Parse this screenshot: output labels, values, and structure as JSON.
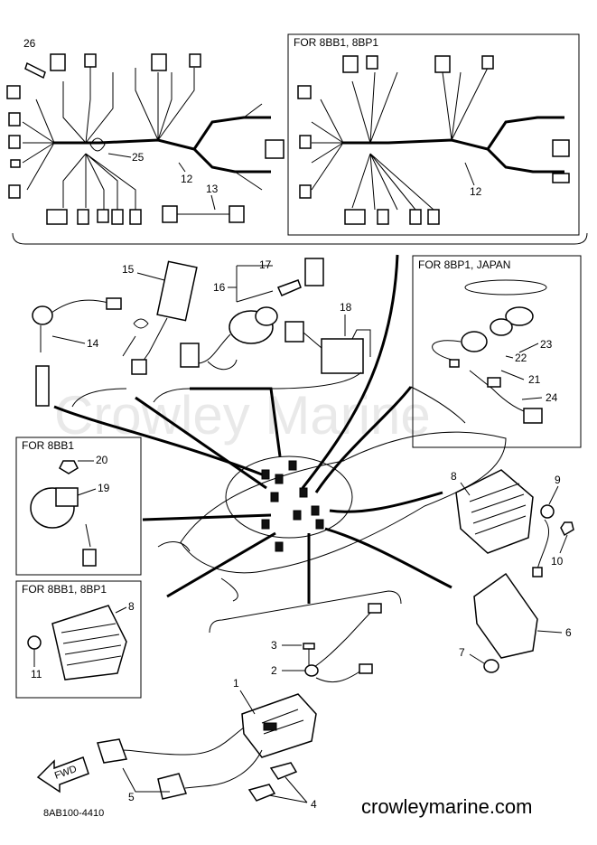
{
  "headers": {
    "harness_variant": "FOR 8BB1, 8BP1",
    "switch_japan": "FOR 8BP1, JAPAN",
    "rectifier_8bb1": "FOR 8BB1",
    "rectifier_8bb1_8bp1": "FOR 8BB1, 8BP1"
  },
  "callouts": {
    "p1": "1",
    "p2": "2",
    "p3": "3",
    "p4": "4",
    "p5": "5",
    "p6": "6",
    "p7": "7",
    "p8a": "8",
    "p8b": "8",
    "p9": "9",
    "p10": "10",
    "p11": "11",
    "p12a": "12",
    "p12b": "12",
    "p13": "13",
    "p14": "14",
    "p15": "15",
    "p16": "16",
    "p17": "17",
    "p18": "18",
    "p19": "19",
    "p20": "20",
    "p21": "21",
    "p22": "22",
    "p23": "23",
    "p24": "24",
    "p25": "25",
    "p26": "26"
  },
  "fwd_label": "FWD",
  "watermark": "Crowley Marine",
  "website": "crowleymarine.com",
  "diagram_code": "8AB100-4410"
}
